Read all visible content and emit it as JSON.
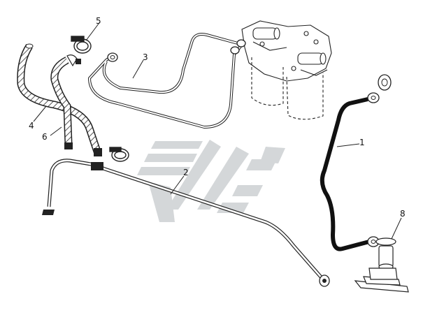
{
  "colors": {
    "line": "#222222",
    "hose": "#777777",
    "tube": "#ffffff",
    "watermark": "#d4d7d9",
    "background": "#ffffff"
  },
  "callouts": {
    "c1": "1",
    "c2": "2",
    "c3": "3",
    "c4": "4",
    "c5": "5",
    "c6": "6",
    "c8": "8"
  }
}
